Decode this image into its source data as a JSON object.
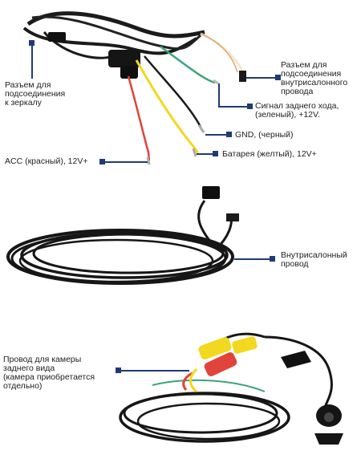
{
  "labels": {
    "mirror_connector": [
      "Разъем для",
      "подсоединения",
      "к зеркалу"
    ],
    "interior_connector": [
      "Разъем для",
      "подсоединения",
      "внутрисалонного",
      "провода"
    ],
    "reverse_signal": [
      "Сигнал заднего хода,",
      "(зеленый), +12V."
    ],
    "gnd": "GND, (черный)",
    "battery": "Батарея (желтый), 12V+",
    "acc": "ACC (красный), 12V+",
    "interior_wire": [
      "Внутрисалонный",
      "провод"
    ],
    "camera_wire": [
      "Провод для камеры",
      "заднего вида",
      "(камера приобретается",
      "отдельно)"
    ]
  },
  "colors": {
    "marker": "#1f3b73",
    "wire_black": "#1b1b1b",
    "wire_red": "#e0443a",
    "wire_yellow": "#f2d81e",
    "wire_green": "#3aa57a",
    "wire_white": "#f2e6d0"
  }
}
